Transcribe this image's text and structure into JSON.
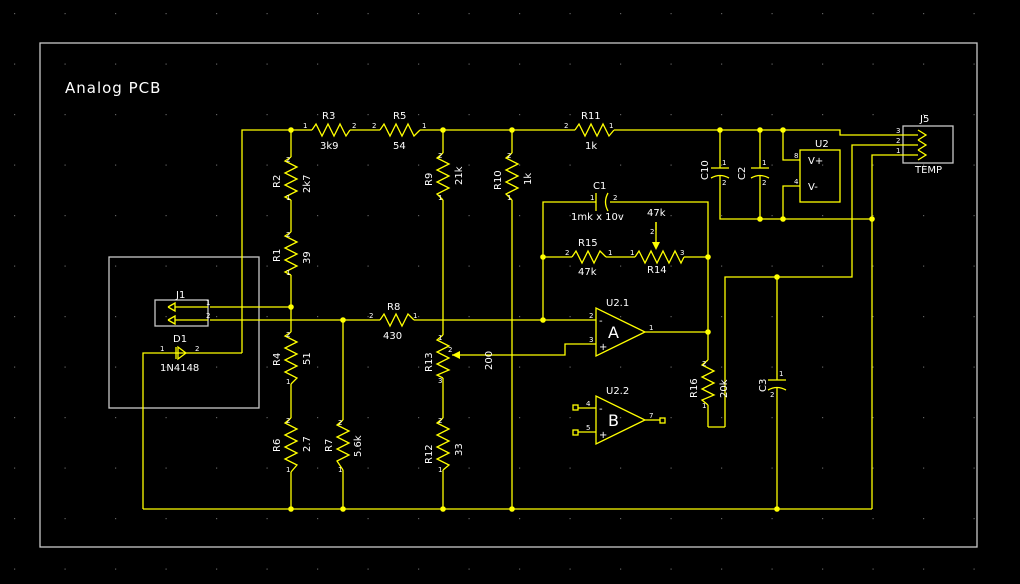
{
  "title": "Analog PCB",
  "components": {
    "r1": {
      "ref": "R1",
      "value": "39"
    },
    "r2": {
      "ref": "R2",
      "value": "2k7"
    },
    "r3": {
      "ref": "R3",
      "value": "3k9"
    },
    "r4": {
      "ref": "R4",
      "value": "51"
    },
    "r5": {
      "ref": "R5",
      "value": "54"
    },
    "r6": {
      "ref": "R6",
      "value": "2.7"
    },
    "r7": {
      "ref": "R7",
      "value": "5.6k"
    },
    "r8": {
      "ref": "R8",
      "value": "430"
    },
    "r9": {
      "ref": "R9",
      "value": "21k"
    },
    "r10": {
      "ref": "R10",
      "value": "1k"
    },
    "r11": {
      "ref": "R11",
      "value": "1k"
    },
    "r12": {
      "ref": "R12",
      "value": "33"
    },
    "r13": {
      "ref": "R13",
      "value": "200"
    },
    "r14": {
      "ref": "R14",
      "value": "47k"
    },
    "r15": {
      "ref": "R15",
      "value": "47k"
    },
    "r16": {
      "ref": "R16",
      "value": "20k"
    },
    "c1": {
      "ref": "C1",
      "value": "1mk x 10v"
    },
    "c2": {
      "ref": "C2"
    },
    "c3": {
      "ref": "C3"
    },
    "c10": {
      "ref": "C10"
    },
    "j1": {
      "ref": "J1"
    },
    "j5": {
      "ref": "J5",
      "value": "TEMP"
    },
    "d1": {
      "ref": "D1",
      "value": "1N4148"
    },
    "u2": {
      "ref": "U2",
      "vplus": "V+",
      "vminus": "V-"
    },
    "u2_1": {
      "ref": "U2.1",
      "unit": "A",
      "minus": "-",
      "plus": "+"
    },
    "u2_2": {
      "ref": "U2.2",
      "unit": "B",
      "minus": "-",
      "plus": "+"
    }
  }
}
